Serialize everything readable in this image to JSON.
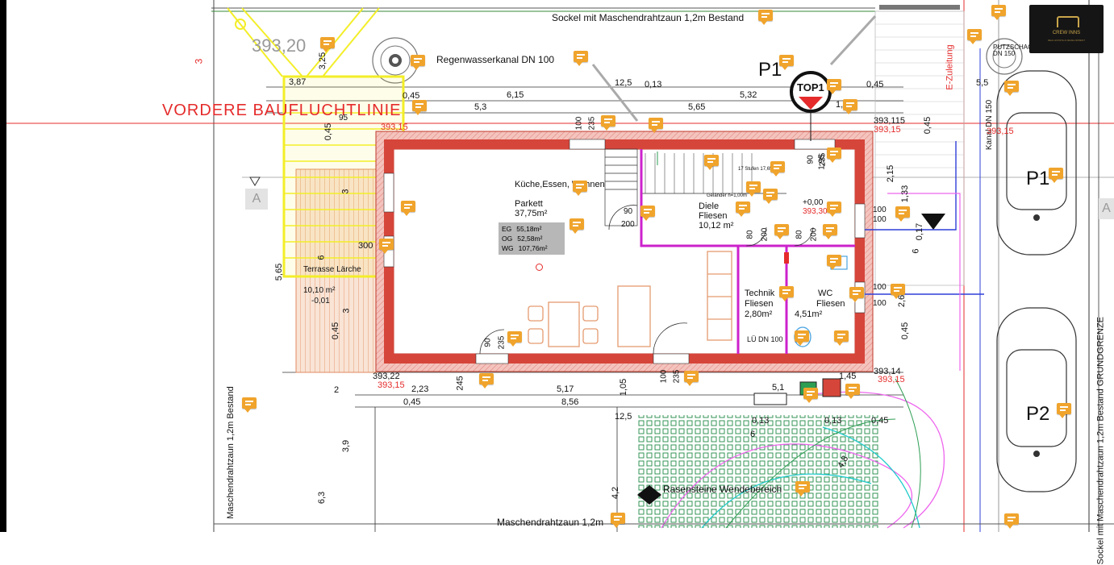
{
  "colors": {
    "wall": "#d6453a",
    "wall_hatch": "#f0b9b3",
    "partition": "#cc22cc",
    "pin": "#f0a42c",
    "property_line": "#e52b2b",
    "highlight": "#f3ee28",
    "grass": "#2e9e53"
  },
  "icons": {
    "comment_pin": "comment-pin-icon",
    "north_arrow": "elevation-marker-icon",
    "logo": "logo-icon"
  },
  "logo": {
    "name": "CREW INNS",
    "tag": "REAL ESTATE & DEVELOPMENT"
  },
  "plan": {
    "top_fence": "Sockel mit Maschendrahtzaun 1,2m Bestand",
    "elevation_393_20": "393,20",
    "drainage": "Regenwasserkanal DN 100",
    "building_line": "VORDERE BAUFLUCHTLINIE",
    "parking_p1_top": "P1",
    "top_label": "TOP1",
    "dims_top": [
      "3,87",
      "0,45",
      "6,15",
      "5,3",
      "12,5",
      "0,13",
      "5,65",
      "5,32",
      "1,55",
      "0,45",
      "95"
    ],
    "elevation_393_15_a": "393,15",
    "elevation_393_115": "393,115",
    "elevation_393_15_b": "393,15",
    "kitchen_label": "Küche,Essen, Wohnen",
    "kitchen_floor": "Parkett",
    "kitchen_area": "37,75m²",
    "area_table": [
      {
        "level": "EG",
        "value": "55,18m²"
      },
      {
        "level": "OG",
        "value": "52,58m²"
      },
      {
        "level": "WG",
        "value": "107,76m²"
      }
    ],
    "hall_label": "Diele",
    "hall_floor": "Fliesen",
    "hall_area": "10,12 m²",
    "hall_level": "+0,00",
    "hall_level_red": "393,30",
    "stairs": "17 Stufen 17,65/28",
    "railing": "Geländer h=1,00m",
    "technik_label": "Technik",
    "technik_floor": "Fliesen",
    "technik_area": "2,80m²",
    "wc_label": "WC",
    "wc_floor": "Fliesen",
    "wc_area": "4,51m²",
    "lu_label": "LÜ DN 100",
    "terrace_label": "Terrasse Lärche",
    "terrace_area": "10,10 m²",
    "terrace_level": "-0,01",
    "door_90_200": [
      "90",
      "200"
    ],
    "door_80_200_a": [
      "80",
      "200"
    ],
    "door_80_200_b": [
      "80",
      "200"
    ],
    "win_100_235_top": [
      "100",
      "235"
    ],
    "win_100_235_bottom": [
      "100",
      "235"
    ],
    "win_90_235": [
      "90",
      "235"
    ],
    "win_100_100": [
      "100",
      "100"
    ],
    "win_100_100_b": [
      "100",
      "100"
    ],
    "win_90_235_right": [
      "90",
      "235"
    ],
    "elev_393_22": "393,22",
    "elev_393_15_c": "393,15",
    "elev_393_14": "393,14",
    "elev_393_15_d": "393,15",
    "dims_bottom": [
      "2",
      "2,23",
      "245",
      "5,17",
      "1,05",
      "0,45",
      "8,56",
      "5,1",
      "1,45",
      "12,5",
      "0,13",
      "0,13",
      "6",
      "0,45"
    ],
    "dims_left": [
      "3,25",
      "0,45",
      "3",
      "6",
      "3",
      "5,65",
      "0,45",
      "3,9",
      "6,3",
      "4,2"
    ],
    "dims_right": [
      "2,15",
      "1,33",
      "0,17",
      "6",
      "2,6",
      "0,45",
      "0,45"
    ],
    "section_a_left": "A",
    "section_a_right": "A",
    "e_zuleitung": "E-Zuleitung",
    "kanal": "Kanal DN 150",
    "putzschacht": "PUTZSCHACHT DN 150",
    "dim_5_5": "5,5",
    "elev_393_15_right": "393,15",
    "parking_p1": "P1",
    "parking_p2": "P2",
    "grundgrenze": "Sockel mit Maschendrahtzaun 1,2m Bestand GRUNDGRENZE",
    "left_fence": "Maschendrahtzaun 1,2m Bestand",
    "rasensteine": "Rasensteine Wendebereich",
    "bottom_fence": "Maschendrahtzaun 1,2m",
    "num_3_left": "3",
    "num_300": "300",
    "num_1_ve": "1,95",
    "num_4_8": "4,8"
  }
}
